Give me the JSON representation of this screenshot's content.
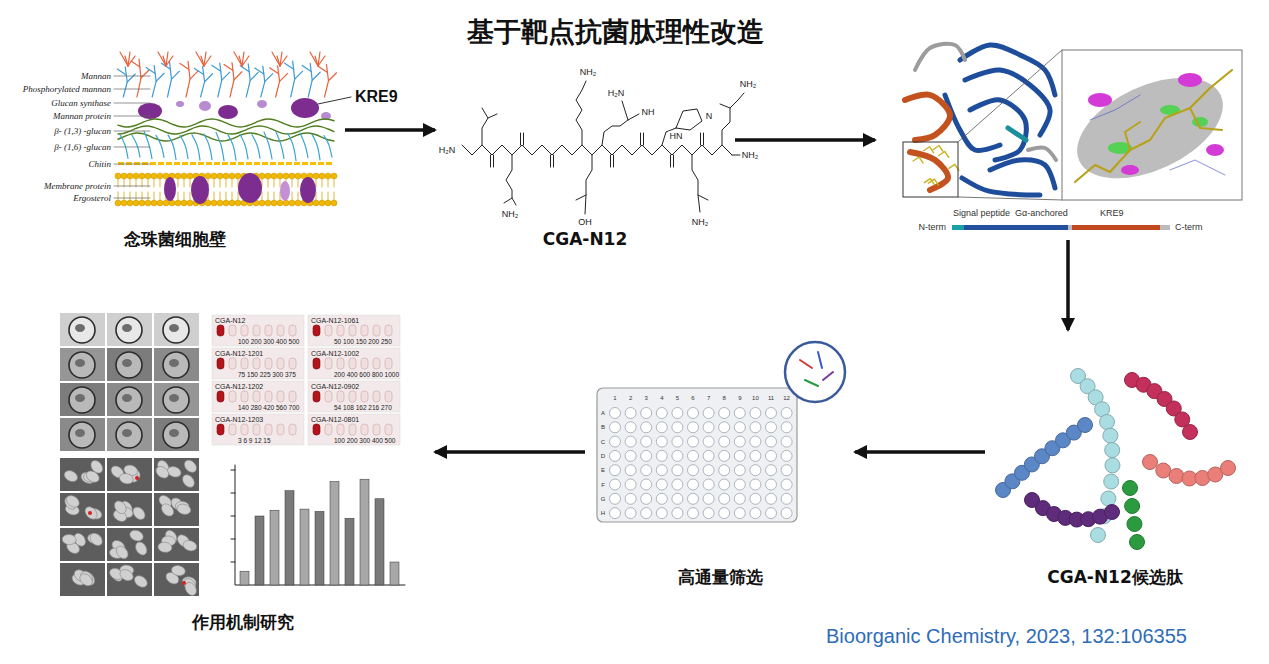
{
  "diagram": {
    "title": "基于靶点抗菌肽理性改造",
    "caption": "Bioorganic Chemistry, 2023, 132:106355",
    "nodes": [
      {
        "text": [
          "念珠菌细胞壁"
        ]
      },
      {
        "text": [
          "CGA-N12"
        ]
      },
      {
        "text": [
          "N-term",
          "Signal peptide",
          "Gα-anchored",
          "KRE9",
          "C-term"
        ]
      },
      {
        "text": [
          "CGA-N12候选肽"
        ]
      },
      {
        "text": [
          "高通量筛选"
        ]
      },
      {
        "text": [
          "作用机制研究"
        ]
      }
    ],
    "edges": [
      {
        "from": 0,
        "to": 1,
        "arrow": "to"
      },
      {
        "from": 1,
        "to": 2,
        "arrow": "to"
      },
      {
        "from": 2,
        "to": 3,
        "arrow": "to"
      },
      {
        "from": 3,
        "to": 4,
        "arrow": "to"
      },
      {
        "from": 4,
        "to": 5,
        "arrow": "to"
      }
    ],
    "labels": [
      "Mannan",
      "Phosphorylated mannan",
      "Glucan synthase",
      "Mannan protein",
      "β- (1,3) -glucan",
      "β- (1,6) -glucan",
      "Chitin",
      "Membrane protein",
      "Ergosterol",
      "KRE9",
      "H₂N",
      "NH₂",
      "NH₂",
      "H₂N",
      "NH",
      "OH",
      "HN",
      "N",
      "NH₂",
      "NH₂",
      "NH₂",
      "1",
      "2",
      "3",
      "4",
      "5",
      "6",
      "7",
      "8",
      "9",
      "10",
      "11",
      "12",
      "A",
      "B",
      "C",
      "D",
      "E",
      "F",
      "G",
      "H",
      "CGA-N12",
      "100 200 300 400 500",
      "CGA-N12-1061",
      "50 100 150 200 250",
      "CGA-N12-1201",
      "75 150 225 300 375",
      "CGA-N12-1002",
      "200 400 600 800 1000",
      "CGA-N12-1202",
      "140 280 420 560 700",
      "CGA-N12-0902",
      "54 108 162 216 270",
      "CGA-N12-1203",
      "3 6 9 12 15",
      "CGA-N12-0801",
      "100 200 300 400 500"
    ]
  }
}
